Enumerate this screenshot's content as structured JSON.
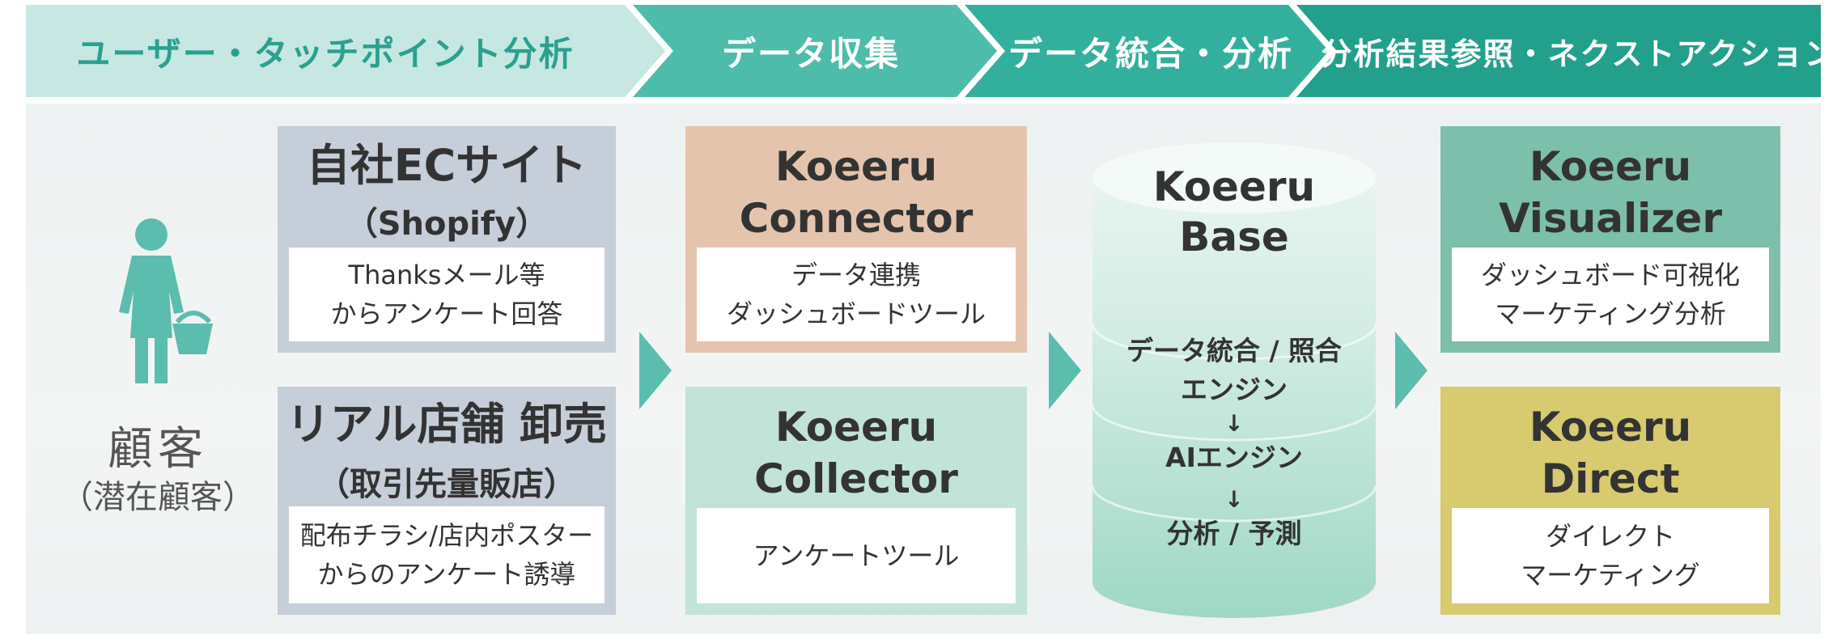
{
  "header": {
    "step1": "ユーザー・タッチポイント分析",
    "step2": "データ収集",
    "step3": "データ統合・分析",
    "step4": "分析結果参照・ネクストアクション",
    "colors": {
      "step1": "#c6e7e2",
      "step2": "#4dbcaa",
      "step3": "#2fae9b",
      "step4": "#1f9f8c"
    }
  },
  "customer": {
    "name": "顧客",
    "sub": "（潜在顧客）"
  },
  "touchpoints": {
    "ec": {
      "title": "自社ECサイト",
      "subtitle": "（Shopify）",
      "line1": "Thanksメール等",
      "line2": "からアンケート回答"
    },
    "store": {
      "title": "リアル店舗 卸売",
      "subtitle": "（取引先量販店）",
      "line1": "配布チラシ/店内ポスター",
      "line2": "からのアンケート誘導"
    }
  },
  "collection": {
    "connector": {
      "name1": "Koeeru",
      "name2": "Connector",
      "line1": "データ連携",
      "line2": "ダッシュボードツール"
    },
    "collector": {
      "name1": "Koeeru",
      "name2": "Collector",
      "line1": "アンケートツール"
    }
  },
  "base": {
    "name1": "Koeeru",
    "name2": "Base",
    "line1": "データ統合 / 照合",
    "line2": "エンジン",
    "arrow1": "↓",
    "line3": "AIエンジン",
    "arrow2": "↓",
    "line4": "分析 / 予測"
  },
  "actions": {
    "visualizer": {
      "name1": "Koeeru",
      "name2": "Visualizer",
      "line1": "ダッシュボード可視化",
      "line2": "マーケティング分析"
    },
    "direct": {
      "name1": "Koeeru",
      "name2": "Direct",
      "line1": "ダイレクト",
      "line2": "マーケティング"
    }
  },
  "colors": {
    "touchpoint": "#c6ced9",
    "connector": "#e5c4ae",
    "collector": "#c2e3d8",
    "visualizer": "#7cbfab",
    "direct": "#d8ca6e",
    "chevron": "#5bbdae",
    "customer_icon": "#5bbdae"
  }
}
